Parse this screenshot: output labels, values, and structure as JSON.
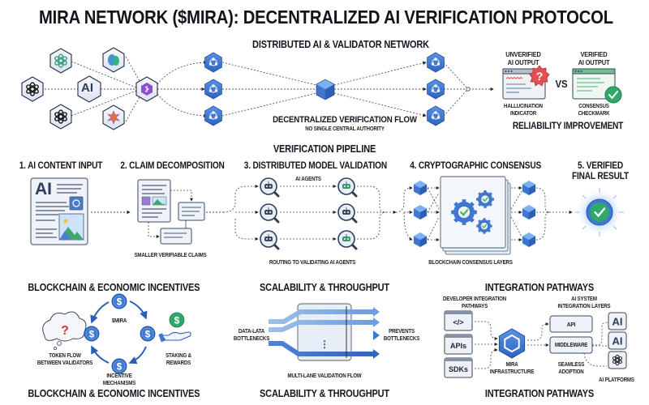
{
  "title": "MIRA NETWORK ($MIRA): DECENTRALIZED AI VERIFICATION PROTOCOL",
  "network_section": {
    "heading": "DISTRIBUTED AI & VALIDATOR NETWORK",
    "ai_models": [
      "openai-model-icon",
      "ai-text-icon",
      "openai-model-icon",
      "openai-model-icon",
      "brain-model-icon",
      "star-model-icon",
      "hub-model-icon"
    ],
    "ai_label": "AI",
    "flow_label": "DECENTRALIZED VERIFICATION FLOW",
    "flow_sublabel": "NO SINGLE CENTRAL AUTHORITY"
  },
  "reliability": {
    "unverified_label": "UNVERIFIED\nAI OUTPUT",
    "unverified_line1": "UNVERIFIED",
    "unverified_line2": "AI OUTPUT",
    "verified_line1": "VERIFIED",
    "verified_line2": "AI OUTPUT",
    "vs": "VS",
    "hallucination_line1": "HALLUCINATION",
    "hallucination_line2": "INDICATOR",
    "consensus_line1": "CONSENSUS",
    "consensus_line2": "CHECKMARK",
    "footer": "RELIABILITY IMPROVEMENT"
  },
  "pipeline": {
    "heading": "VERIFICATION PIPELINE",
    "steps": [
      {
        "label": "1. AI CONTENT INPUT"
      },
      {
        "label": "2. CLAIM DECOMPOSITION",
        "caption": "SMALLER VERIFIABLE CLAIMS"
      },
      {
        "label": "3. DISTRIBUTED MODEL VALIDATION",
        "sublabel": "AI AGENTS",
        "caption": "ROUTING TO VALIDATING AI AGENTS"
      },
      {
        "label": "4. CRYPTOGRAPHIC CONSENSUS",
        "caption": "BLOCKCHAIN CONSENSUS LAYERS"
      },
      {
        "label_line1": "5. VERIFIED",
        "label_line2": "FINAL RESULT"
      }
    ],
    "doc_ai_text": "AI"
  },
  "incentives": {
    "heading": "BLOCKCHAIN & ECONOMIC INCENTIVES",
    "footer": "BLOCKCHAIN & ECONOMIC INCENTIVES",
    "token_label": "$MIRA",
    "coin_symbol": "$",
    "token_flow_line1": "TOKEN FLOW",
    "token_flow_line2": "BETWEEN VALIDATORS",
    "incentive_line1": "INCENTIVE",
    "incentive_line2": "MECHANISMS",
    "staking_line1": "STAKING &",
    "staking_line2": "REWARDS",
    "question_mark": "?"
  },
  "scalability": {
    "heading": "SCALABILITY & THROUGHPUT",
    "footer": "SCALABILITY & THROUGHPUT",
    "left_line1": "DATA-LATA",
    "left_line2": "BOTTLENECKS",
    "right_line1": "PREVENTS",
    "right_line2": "BOTTLENECKS",
    "caption": "MULTI-LANE VALIDATION FLOW",
    "ellipsis": "⋮"
  },
  "integration": {
    "heading": "INTEGRATION PATHWAYS",
    "footer": "INTEGRATION PATHWAYS",
    "dev_line1": "DEVELOPER INTEGRATION",
    "dev_line2": "PATHWAYS",
    "layers_line1": "AI SYSTEM",
    "layers_line2": "INTEGRATION LAYERS",
    "dev_items": [
      "</>",
      "APIs",
      "SDKs"
    ],
    "infra_line1": "MIRA",
    "infra_line2": "INFRASTRUCTURE",
    "layers": [
      "API",
      "MIDDLEWARE"
    ],
    "seamless_line1": "SEAMLESS",
    "seamless_line2": "ADOPTION",
    "platforms": [
      "AI",
      "AI",
      "openai-platform-icon"
    ],
    "platforms_label": "AI PLATFORMS"
  },
  "colors": {
    "primary_blue": "#3f78d4",
    "dark_blue": "#2d5fb0",
    "light_blue": "#cfe0f7",
    "green": "#2fa86a",
    "red": "#e04848",
    "text": "#151820"
  }
}
